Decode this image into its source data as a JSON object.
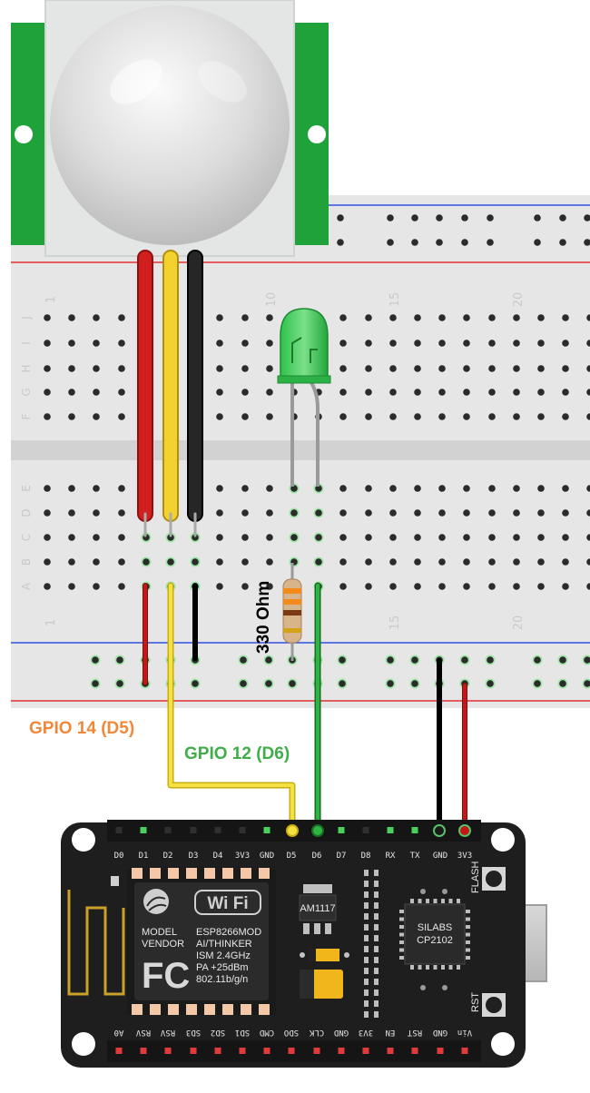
{
  "breadboard": {
    "column_numbers_top": [
      "1",
      "10",
      "15",
      "20"
    ],
    "column_numbers_bottom": [
      "1",
      "15",
      "20"
    ],
    "row_letters_top": [
      "J",
      "I",
      "H",
      "G",
      "F"
    ],
    "row_letters_bottom": [
      "E",
      "D",
      "C",
      "B",
      "A"
    ]
  },
  "labels": {
    "gpio14": "GPIO 14 (D5)",
    "gpio12": "GPIO 12 (D6)",
    "resistor": "330 Ohm"
  },
  "nodemcu": {
    "top_pins": [
      "D0",
      "D1",
      "D2",
      "D3",
      "D4",
      "3V3",
      "GND",
      "D5",
      "D6",
      "D7",
      "D8",
      "RX",
      "TX",
      "GND",
      "3V3"
    ],
    "bottom_pins": [
      "A0",
      "RSV",
      "RSV",
      "SD3",
      "SD2",
      "SD1",
      "CMD",
      "SDO",
      "CLK",
      "GND",
      "3V3",
      "EN",
      "RST",
      "GND",
      "Vin"
    ],
    "regulator": "AM1117",
    "usb_chip": [
      "SILABS",
      "CP2102"
    ],
    "flash_label": "FLASH",
    "rst_label": "RST",
    "module": {
      "wifi_logo": "Wi Fi",
      "model": "MODEL",
      "vendor": "VENDOR",
      "lines": [
        "ESP8266MOD",
        "AI/THINKER",
        "ISM 2.4GHz",
        "PA +25dBm",
        "802.11b/g/n"
      ]
    }
  },
  "colors": {
    "wire_red": "#d11f1f",
    "wire_yellow": "#f2d22e",
    "wire_black": "#1a1a1a",
    "wire_green": "#2aa33a",
    "board_pcb": "#1d1d1d",
    "pir_pcb": "#1fa23a",
    "breadboard": "#e5e5e5",
    "rail_red": "#e03030",
    "rail_blue": "#3050e0"
  }
}
